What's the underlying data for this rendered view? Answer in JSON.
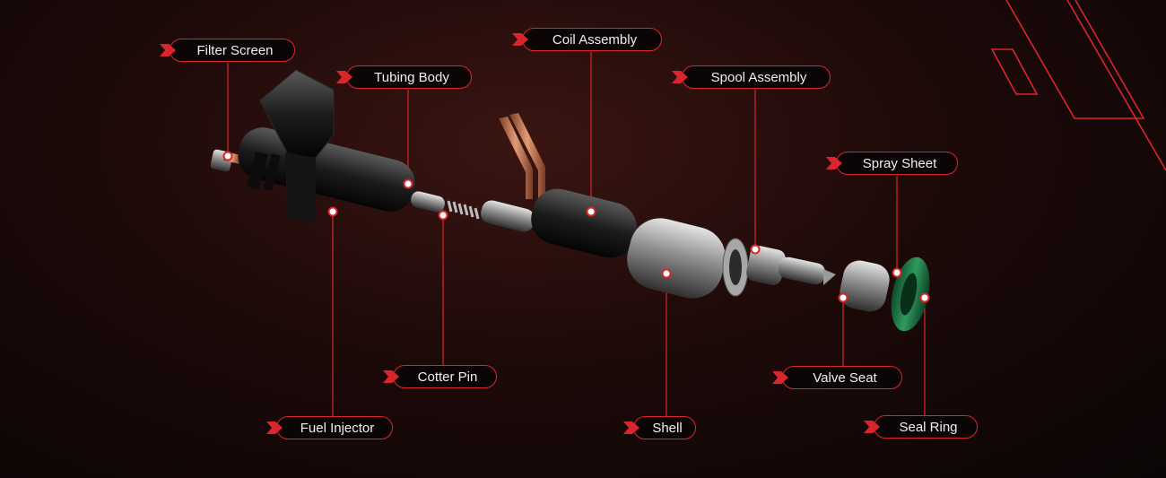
{
  "colors": {
    "accent": "#d9262c",
    "label_bg": "#0c0505",
    "label_text": "#f2eeee"
  },
  "labels": {
    "filter_screen": "Filter Screen",
    "tubing_body": "Tubing Body",
    "coil_assembly": "Coil Assembly",
    "spool_assembly": "Spool Assembly",
    "spray_sheet": "Spray Sheet",
    "cotter_pin": "Cotter Pin",
    "fuel_injector": "Fuel Injector",
    "shell": "Shell",
    "valve_seat": "Valve Seat",
    "seal_ring": "Seal Ring"
  }
}
